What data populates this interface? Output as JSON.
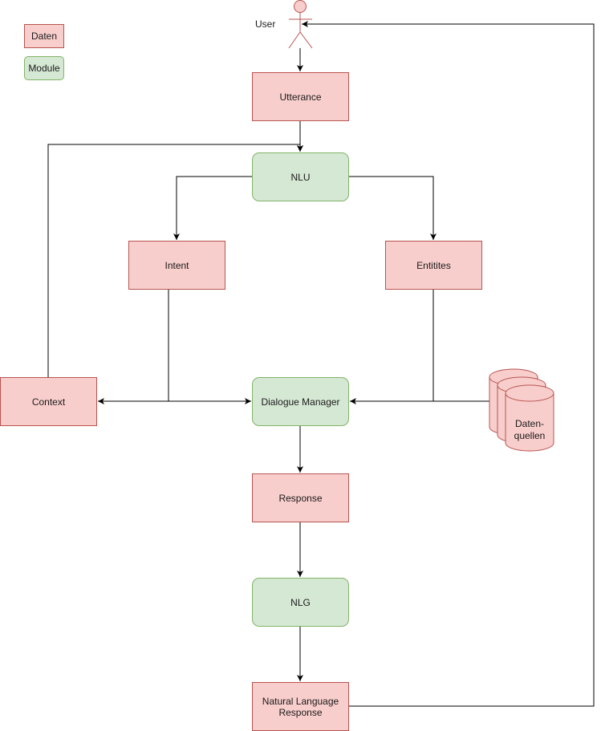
{
  "legend": {
    "data": "Daten",
    "module": "Module"
  },
  "actor": {
    "label": "User"
  },
  "nodes": {
    "utterance": "Utterance",
    "nlu": "NLU",
    "intent": "Intent",
    "entities": "Entitites",
    "context": "Context",
    "dialogue_manager": "Dialogue Manager",
    "response": "Response",
    "nlg": "NLG",
    "nl_response": "Natural Language Response"
  },
  "datasource": {
    "line1": "Daten-",
    "line2": "quellen"
  },
  "colors": {
    "data_fill": "#f8cecc",
    "data_stroke": "#b85450",
    "module_fill": "#d5e8d4",
    "module_stroke": "#82b366",
    "edge": "#000000"
  }
}
